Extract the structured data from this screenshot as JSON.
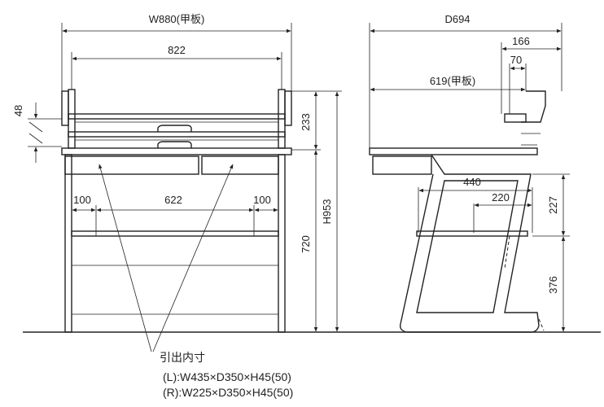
{
  "front": {
    "width_label": "W880(甲板)",
    "inner_width_label": "822",
    "left_offset_label": "100",
    "mid_width_label": "622",
    "right_offset_label": "100",
    "side_height_label": "48",
    "hutch_height_label": "233",
    "table_height_label": "720",
    "total_height_label": "H953"
  },
  "side": {
    "depth_label": "D694",
    "top_width_label": "166",
    "top_inner_label": "70",
    "board_depth_label": "619(甲板)",
    "base_depth_label": "440",
    "base_inner_label": "220",
    "upper_leg_label": "227",
    "lower_leg_label": "376"
  },
  "drawer_note": {
    "title": "引出内寸",
    "left": "(L):W435×D350×H45(50)",
    "right": "(R):W225×D350×H45(50)"
  }
}
